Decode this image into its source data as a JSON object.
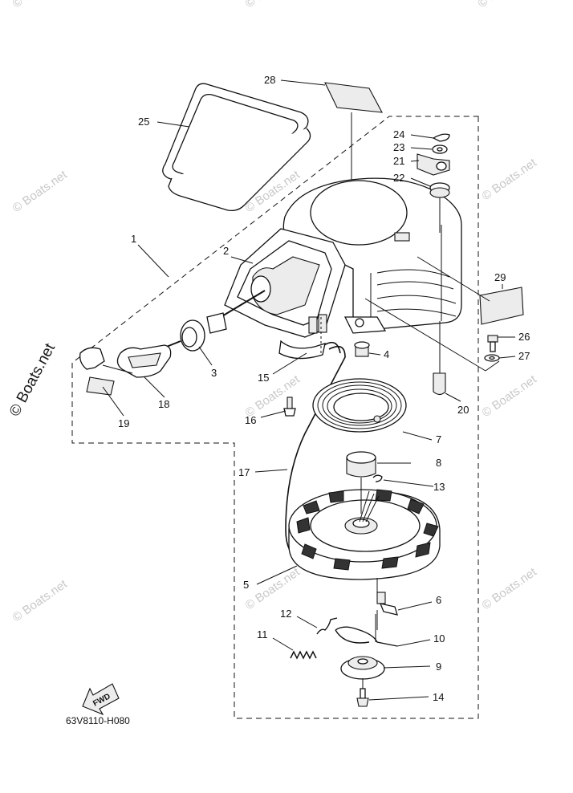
{
  "diagram": {
    "code": "63V8110-H080",
    "fwd_label": "FWD",
    "watermark": "© Boats.net",
    "watermark_big": "© Boats.net",
    "callouts": [
      {
        "id": "1",
        "label": "1"
      },
      {
        "id": "2",
        "label": "2"
      },
      {
        "id": "3",
        "label": "3"
      },
      {
        "id": "4",
        "label": "4"
      },
      {
        "id": "5",
        "label": "5"
      },
      {
        "id": "6",
        "label": "6"
      },
      {
        "id": "7",
        "label": "7"
      },
      {
        "id": "8",
        "label": "8"
      },
      {
        "id": "9",
        "label": "9"
      },
      {
        "id": "10",
        "label": "10"
      },
      {
        "id": "11",
        "label": "11"
      },
      {
        "id": "12",
        "label": "12"
      },
      {
        "id": "13",
        "label": "13"
      },
      {
        "id": "14",
        "label": "14"
      },
      {
        "id": "15",
        "label": "15"
      },
      {
        "id": "16",
        "label": "16"
      },
      {
        "id": "17",
        "label": "17"
      },
      {
        "id": "18",
        "label": "18"
      },
      {
        "id": "19",
        "label": "19"
      },
      {
        "id": "20",
        "label": "20"
      },
      {
        "id": "21",
        "label": "21"
      },
      {
        "id": "22",
        "label": "22"
      },
      {
        "id": "23",
        "label": "23"
      },
      {
        "id": "24",
        "label": "24"
      },
      {
        "id": "25",
        "label": "25"
      },
      {
        "id": "26",
        "label": "26"
      },
      {
        "id": "27",
        "label": "27"
      },
      {
        "id": "28",
        "label": "28"
      },
      {
        "id": "29",
        "label": "29"
      }
    ]
  }
}
